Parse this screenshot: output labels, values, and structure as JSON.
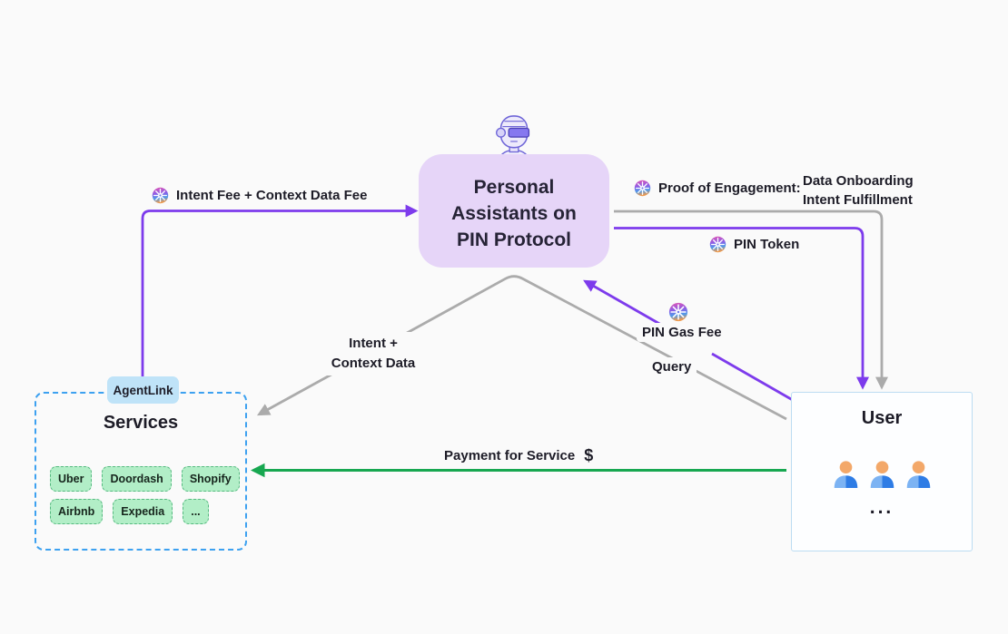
{
  "colors": {
    "background": "#fafafa",
    "text": "#1d1c27",
    "purple": "#7d3bec",
    "gray": "#ababab",
    "green": "#17a750",
    "assistant_fill": "#e6d5f8",
    "assistant_text": "#262336",
    "services_border": "#3da1f0",
    "agentlink_fill": "#bfe3f8",
    "chip_fill": "#b2eec7",
    "chip_border": "#55b97f",
    "user_border": "#bcdcf2",
    "user_fill": "#fdfeff"
  },
  "icons": {
    "pin_token": "pinwheel-gradient-circle",
    "assistant": "robot-head-with-visor",
    "user": "person-bust"
  },
  "center_box": {
    "lines": [
      "Personal",
      "Assistants on",
      "PIN Protocol"
    ]
  },
  "edges": {
    "intent_fee": {
      "label": "Intent Fee + Context Data Fee"
    },
    "proof_of_engagement": {
      "label": "Proof of Engagement:",
      "details": [
        "Data Onboarding",
        "Intent Fulfillment"
      ]
    },
    "pin_token": {
      "label": "PIN Token"
    },
    "pin_gas_fee": {
      "label": "PIN Gas Fee"
    },
    "query": {
      "label": "Query"
    },
    "intent_context": {
      "lines": [
        "Intent +",
        "Context Data"
      ]
    },
    "payment": {
      "label": "Payment for Service",
      "currency": "$"
    }
  },
  "services": {
    "tab": "AgentLink",
    "title": "Services",
    "chips": [
      "Uber",
      "Doordash",
      "Shopify",
      "Airbnb",
      "Expedia",
      "..."
    ]
  },
  "user": {
    "title": "User",
    "more": "..."
  }
}
